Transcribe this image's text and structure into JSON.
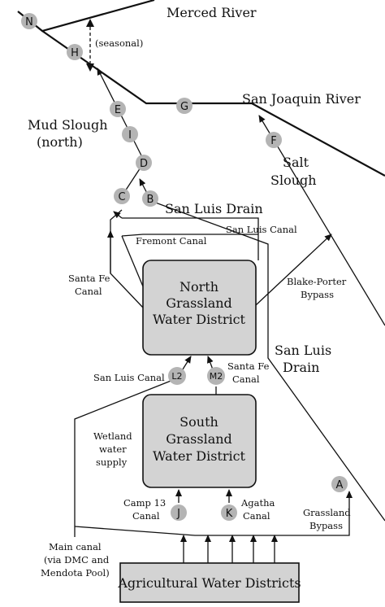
{
  "rivers": {
    "merced": "Merced River",
    "san_joaquin": "San Joaquin River",
    "mud_slough_line1": "Mud Slough",
    "mud_slough_line2": "(north)",
    "salt_slough_line1": "Salt",
    "salt_slough_line2": "Slough",
    "san_luis_drain_top": "San Luis Drain",
    "san_luis_drain_right_line1": "San Luis",
    "san_luis_drain_right_line2": "Drain"
  },
  "annotations": {
    "seasonal": "(seasonal)"
  },
  "canals": {
    "san_luis_canal_top": "San Luis Canal",
    "fremont_canal": "Fremont Canal",
    "santa_fe_left_line1": "Santa Fe",
    "santa_fe_left_line2": "Canal",
    "blake_porter_line1": "Blake-Porter",
    "blake_porter_line2": "Bypass",
    "san_luis_canal_mid": "San Luis Canal",
    "santa_fe_mid_line1": "Santa Fe",
    "santa_fe_mid_line2": "Canal",
    "wetland_line1": "Wetland",
    "wetland_line2": "water",
    "wetland_line3": "supply",
    "camp13_line1": "Camp 13",
    "camp13_line2": "Canal",
    "agatha_line1": "Agatha",
    "agatha_line2": "Canal",
    "grassland_bypass_line1": "Grassland",
    "grassland_bypass_line2": "Bypass",
    "main_canal_line1": "Main canal",
    "main_canal_line2": "(via DMC and",
    "main_canal_line3": "Mendota Pool)"
  },
  "districts": {
    "north_line1": "North",
    "north_line2": "Grassland",
    "north_line3": "Water District",
    "south_line1": "South",
    "south_line2": "Grassland",
    "south_line3": "Water District",
    "agricultural": "Agricultural Water Districts"
  },
  "stations": {
    "N": "N",
    "H": "H",
    "E": "E",
    "I": "I",
    "D": "D",
    "C": "C",
    "B": "B",
    "G": "G",
    "F": "F",
    "L2": "L2",
    "M2": "M2",
    "J": "J",
    "K": "K",
    "A": "A"
  }
}
